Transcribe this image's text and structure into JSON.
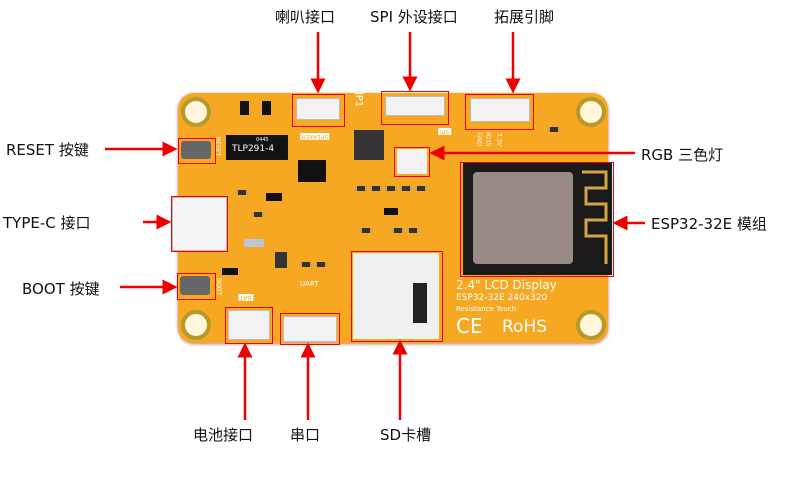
{
  "labels": {
    "speaker": "喇叭接口",
    "spi": "SPI 外设接口",
    "ext": "拓展引脚",
    "reset": "RESET 按键",
    "typec": "TYPE-C 接口",
    "boot": "BOOT 按键",
    "rgb": "RGB 三色灯",
    "esp32": "ESP32-32E 模组",
    "battery": "电池接口",
    "uart": "串口",
    "sd": "SD卡槽"
  },
  "board": {
    "jp1": "JP1",
    "speaker": "SPEAKER",
    "spi": "SPI",
    "chip_code": "0445",
    "chip_name": "TLP291-4",
    "reset": "RESET",
    "boot": "BOOT",
    "bat": "BAT",
    "uart": "UART",
    "pins": [
      "GND",
      "IO35",
      "3.3V"
    ],
    "title": "2.4\" LCD Display",
    "model": "ESP32-32E 240x320",
    "touch": "Resistance Touch",
    "ce": "CE",
    "rohs": "RoHS"
  },
  "colors": {
    "board": "#f6a823",
    "arrow": "#e00000"
  }
}
